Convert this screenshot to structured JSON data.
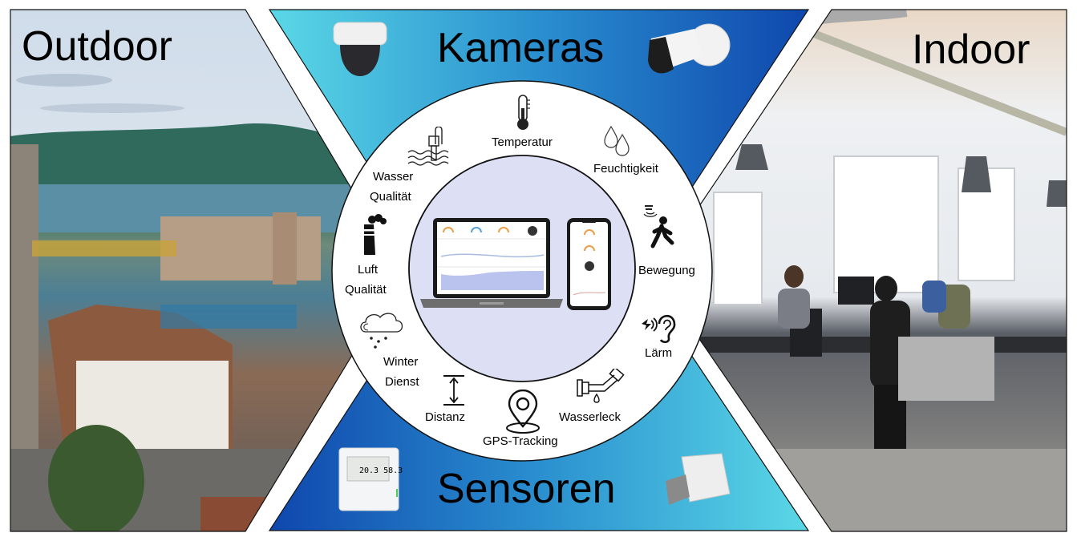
{
  "panels": {
    "outdoor": {
      "title": "Outdoor",
      "scene": "city-lake-photo"
    },
    "indoor": {
      "title": "Indoor",
      "scene": "open-office-photo"
    },
    "cameras": {
      "title": "Kameras",
      "devices": [
        "dome-camera",
        "bullet-camera"
      ],
      "gradient": [
        "#5ad6e4",
        "#1450b0"
      ]
    },
    "sensors": {
      "title": "Sensoren",
      "devices": [
        "display-sensor",
        "ultrasonic-sensor"
      ],
      "gradient": [
        "#1450b0",
        "#5ad6e4"
      ]
    }
  },
  "center": {
    "dashboard": {
      "devices": [
        "laptop-dashboard",
        "phone-dashboard"
      ],
      "bg": "#dde0f5"
    },
    "items": [
      {
        "id": "temperatur",
        "label": "Temperatur",
        "icon": "thermometer-icon"
      },
      {
        "id": "feuchtigkeit",
        "label": "Feuchtigkeit",
        "icon": "water-drops-icon"
      },
      {
        "id": "bewegung",
        "label": "Bewegung",
        "icon": "motion-person-icon"
      },
      {
        "id": "laerm",
        "label": "Lärm",
        "icon": "ear-noise-icon"
      },
      {
        "id": "wasserleck",
        "label": "Wasserleck",
        "icon": "pipe-leak-icon"
      },
      {
        "id": "gps",
        "label": "GPS-Tracking",
        "icon": "location-pin-icon"
      },
      {
        "id": "distanz",
        "label": "Distanz",
        "icon": "distance-arrow-icon"
      },
      {
        "id": "winter",
        "label_line1": "Winter",
        "label_line2": "Dienst",
        "icon": "snow-cloud-icon"
      },
      {
        "id": "luft",
        "label_line1": "Luft",
        "label_line2": "Qualität",
        "icon": "factory-smoke-icon"
      },
      {
        "id": "wasser",
        "label_line1": "Wasser",
        "label_line2": "Qualität",
        "icon": "water-probe-icon"
      }
    ]
  },
  "sensor_display": {
    "temp": "20.3",
    "humidity": "58.3"
  }
}
